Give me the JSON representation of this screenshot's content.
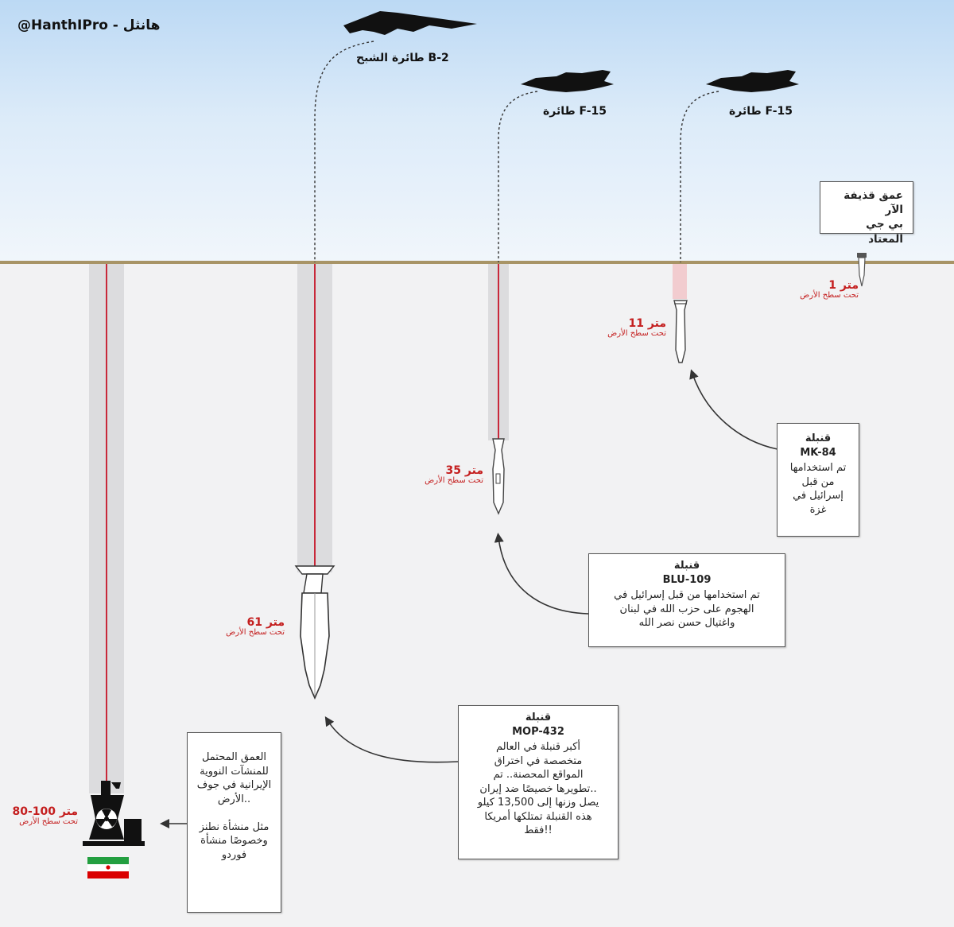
{
  "brand": "@HanthIPro - هانثل",
  "planes": {
    "b2": "طائرة الشبح B-2",
    "f15_mid": "طائرة F-15",
    "f15_right": "طائرة F-15"
  },
  "rpg_box": "عمق قذيفة الآر\nبي جي المعتاد",
  "depths": {
    "rpg": {
      "value": "1 متر",
      "sub": "تحت سطح الأرض"
    },
    "mk84": {
      "value": "11 متر",
      "sub": "تحت سطح الأرض"
    },
    "blu109": {
      "value": "35 متر",
      "sub": "تحت سطح الأرض"
    },
    "mop": {
      "value": "61 متر",
      "sub": "تحت سطح الأرض"
    },
    "facility": {
      "value": "80-100 متر",
      "sub": "تحت سطح الأرض"
    }
  },
  "boxes": {
    "mk84": {
      "title": "قنبلة",
      "name": "MK-84",
      "desc": "تم استخدامها\nمن قبل\nإسرائيل في\nغزة"
    },
    "blu109": {
      "title": "قنبلة",
      "name": "BLU-109",
      "desc": "تم استخدامها من قبل إسرائيل  في\nالهجوم على حزب الله في لبنان\nواغتيال حسن نصر الله"
    },
    "mop": {
      "title": "قنبلة",
      "name": "MOP-432",
      "desc": "أكبر قنبلة في العالم\nمتخصصة في اختراق\nالمواقع المحصنة.. تم\nتطويرها خصيصًا ضد إيران..\nيصل وزنها إلى 13,500 كيلو\nهذه القنبلة تمتلكها أمريكا\nفقط!!"
    },
    "iran": {
      "desc": "العمق المحتمل\nللمنشآت النووية\nالإيرانية في جوف\nالأرض..\n\nمثل منشأة نطنز\nوخصوصًا منشأة\nفوردو"
    }
  },
  "icons": [
    "b2-bomber-icon",
    "f15-jet-icon",
    "bomb-icon",
    "nuclear-plant-icon",
    "iran-flag-icon",
    "arrow-icon"
  ],
  "colors": {
    "depth_text": "#c41e1e",
    "ground_line": "#a89466",
    "penetration_line": "#c8283a",
    "shaft": "#dcdcde"
  }
}
